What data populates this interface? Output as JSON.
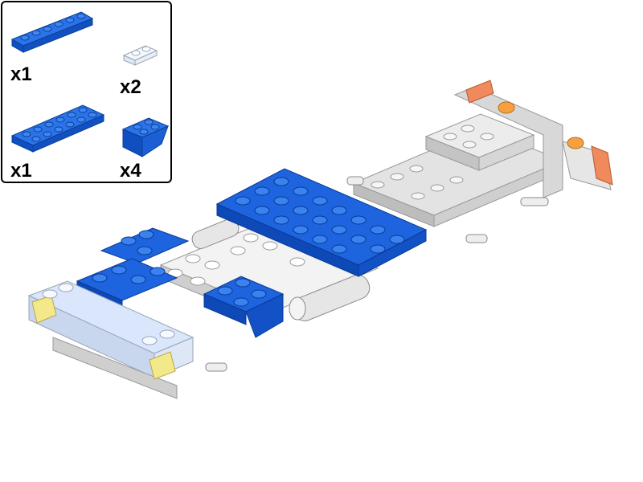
{
  "parts_list": {
    "items": [
      {
        "icon": "blue-plate-1x6-icon",
        "qty": "x1"
      },
      {
        "icon": "trans-clear-plate-1x2-icon",
        "qty": "x2"
      },
      {
        "icon": "blue-plate-2x6-icon",
        "qty": "x1"
      },
      {
        "icon": "blue-slope-2x2-inverted-icon",
        "qty": "x4"
      }
    ]
  },
  "colors": {
    "blue": "#1560d8",
    "light_gray": "#d9d9d9",
    "white": "#f4f4f4",
    "trans_clear": "#e8f1ff",
    "trans_orange": "#f39a4a",
    "trans_yellow": "#f3e98a"
  }
}
